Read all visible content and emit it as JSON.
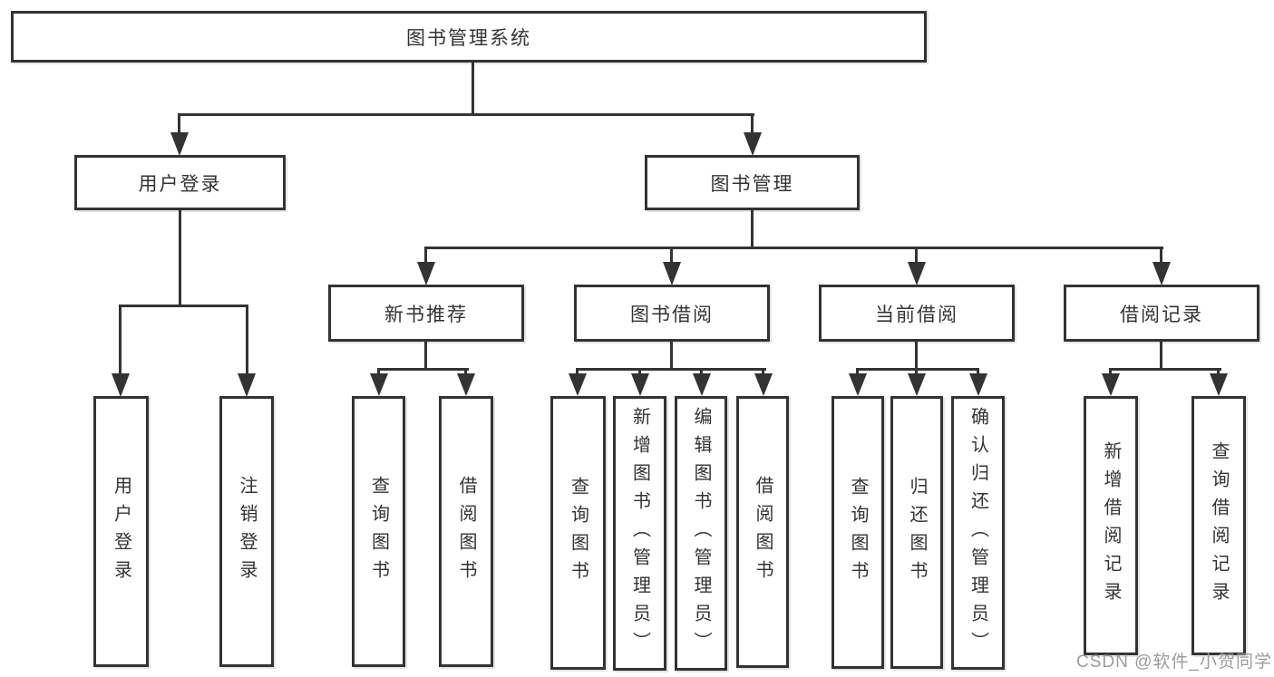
{
  "diagram": {
    "title_node": {
      "label": "图书管理系统"
    },
    "level2": [
      {
        "label": "用户登录"
      },
      {
        "label": "图书管理"
      }
    ],
    "level3": [
      {
        "label": "新书推荐"
      },
      {
        "label": "图书借阅"
      },
      {
        "label": "当前借阅"
      },
      {
        "label": "借阅记录"
      }
    ],
    "leaves": {
      "user_login": [
        {
          "label": "用户登录"
        },
        {
          "label": "注销登录"
        }
      ],
      "new_book_recommend": [
        {
          "label": "查询图书"
        },
        {
          "label": "借阅图书"
        }
      ],
      "book_borrow": [
        {
          "label": "查询图书"
        },
        {
          "label": "新增图书（管理员）"
        },
        {
          "label": "编辑图书（管理员）"
        },
        {
          "label": "借阅图书"
        }
      ],
      "current_borrow": [
        {
          "label": "查询图书"
        },
        {
          "label": "归还图书"
        },
        {
          "label": "确认归还（管理员）"
        }
      ],
      "borrow_record": [
        {
          "label": "新增借阅记录"
        },
        {
          "label": "查询借阅记录"
        }
      ]
    }
  },
  "watermark": {
    "text": "CSDN @软件_小贺同学"
  },
  "colors": {
    "line": "#333333",
    "text": "#333333",
    "box_background": "#ffffff",
    "page_background": "#ffffff",
    "watermark": "#9c9c9c"
  }
}
